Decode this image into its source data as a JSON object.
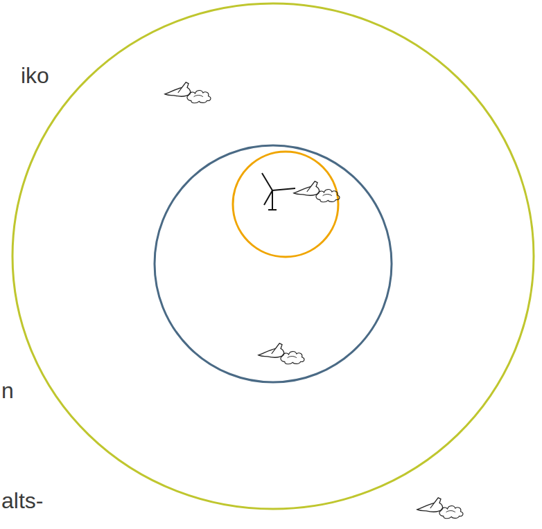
{
  "diagram": {
    "labels": [
      "iko",
      "n",
      "alts-"
    ]
  }
}
